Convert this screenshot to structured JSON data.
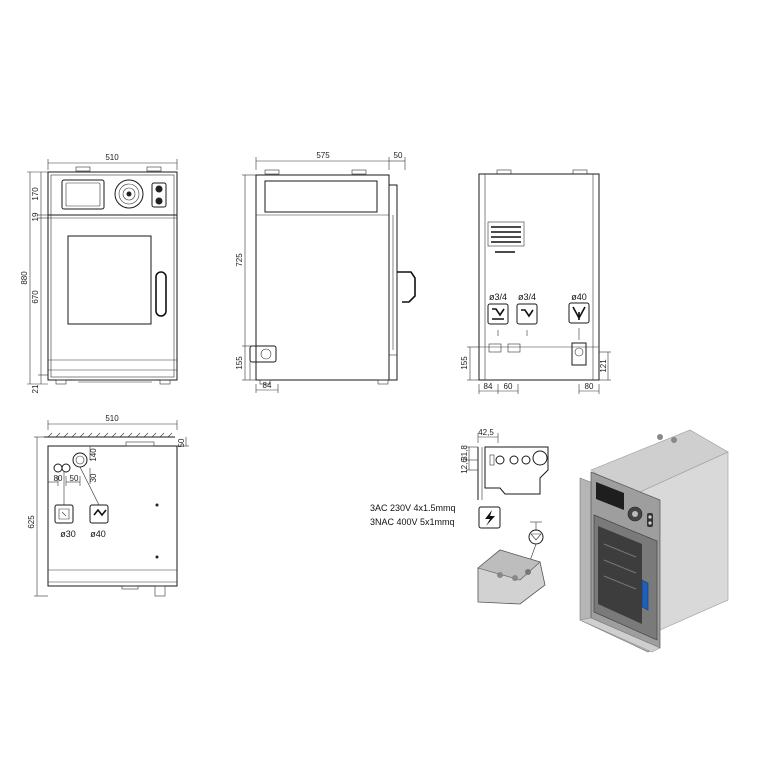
{
  "front_view": {
    "width": "510",
    "height_total": "880",
    "height_top": "170",
    "height_gap": "19",
    "height_door": "670",
    "height_foot": "21"
  },
  "side_view": {
    "depth": "575",
    "handle": "50",
    "height_upper": "725",
    "height_lower": "155",
    "offset": "84"
  },
  "rear_view": {
    "conn_1": "ø3/4",
    "conn_2": "ø3/4",
    "conn_3": "ø40",
    "height_155": "155",
    "height_121": "121",
    "d_84": "84",
    "d_60": "60",
    "d_80": "80"
  },
  "plan_view": {
    "width": "510",
    "top_50": "50",
    "depth": "625",
    "d_80": "80",
    "d_50": "50",
    "d_140": "140",
    "d_30": "30",
    "drain_1": "ø30",
    "drain_2": "ø40"
  },
  "electric_detail": {
    "d_42_5": "42,5",
    "d_31_8": "31,8",
    "d_12_6": "12,6",
    "spec_1": "3AC 230V 4x1.5mmq",
    "spec_2": "3NAC 400V 5x1mmq"
  }
}
